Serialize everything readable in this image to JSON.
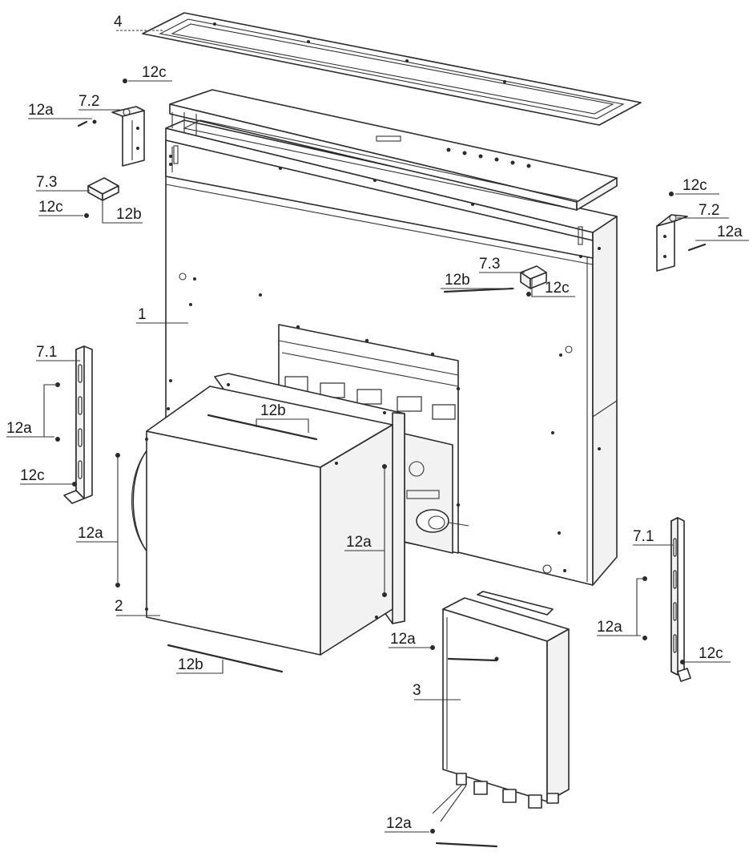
{
  "drawing": {
    "callouts": {
      "p4": "4",
      "p1": "1",
      "p2": "2",
      "p3": "3",
      "p7_1_left": "7.1",
      "p7_1_right": "7.1",
      "p7_2_left": "7.2",
      "p7_2_right": "7.2",
      "p7_3_left": "7.3",
      "p7_3_center": "7.3",
      "s12a_left_top": "12a",
      "s12a_right_top": "12a",
      "s12a_left_bracket": "12a",
      "s12a_left_box": "12a",
      "s12a_box_right": "12a",
      "s12a_right_bracket": "12a",
      "s12a_module": "12a",
      "s12a_bottom": "12a",
      "s12b_left": "12b",
      "s12b_center": "12b",
      "s12b_box_top": "12b",
      "s12b_box_bottom": "12b",
      "s12c_top": "12c",
      "s12c_left": "12c",
      "s12c_right_top": "12c",
      "s12c_center": "12c",
      "s12c_left_bracket": "12c",
      "s12c_right_bracket": "12c"
    }
  }
}
